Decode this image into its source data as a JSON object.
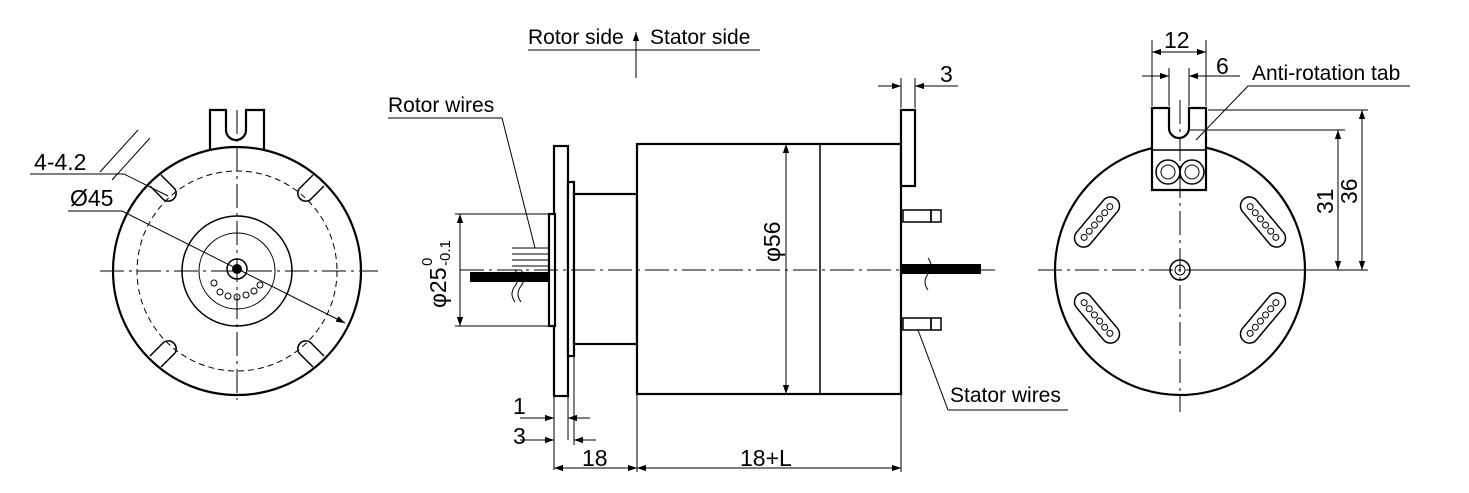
{
  "labels": {
    "rotor_side": "Rotor side",
    "stator_side": "Stator  side",
    "rotor_wires": "Rotor wires",
    "stator_wires": "Stator wires",
    "anti_rotation_tab": "Anti-rotation tab"
  },
  "dimensions": {
    "holes": "4-4.2",
    "pcd": "Ø45",
    "flange_diameter_prefix": "φ25",
    "flange_tol_upper": "0",
    "flange_tol_lower": "-0.1",
    "body_diameter": "φ56",
    "tab_thickness": "3",
    "thk_1": "1",
    "thk_3": "3",
    "length_18": "18",
    "length_total": "18+L",
    "tab_width": "12",
    "slot_width": "6",
    "height_31": "31",
    "height_36": "36"
  }
}
